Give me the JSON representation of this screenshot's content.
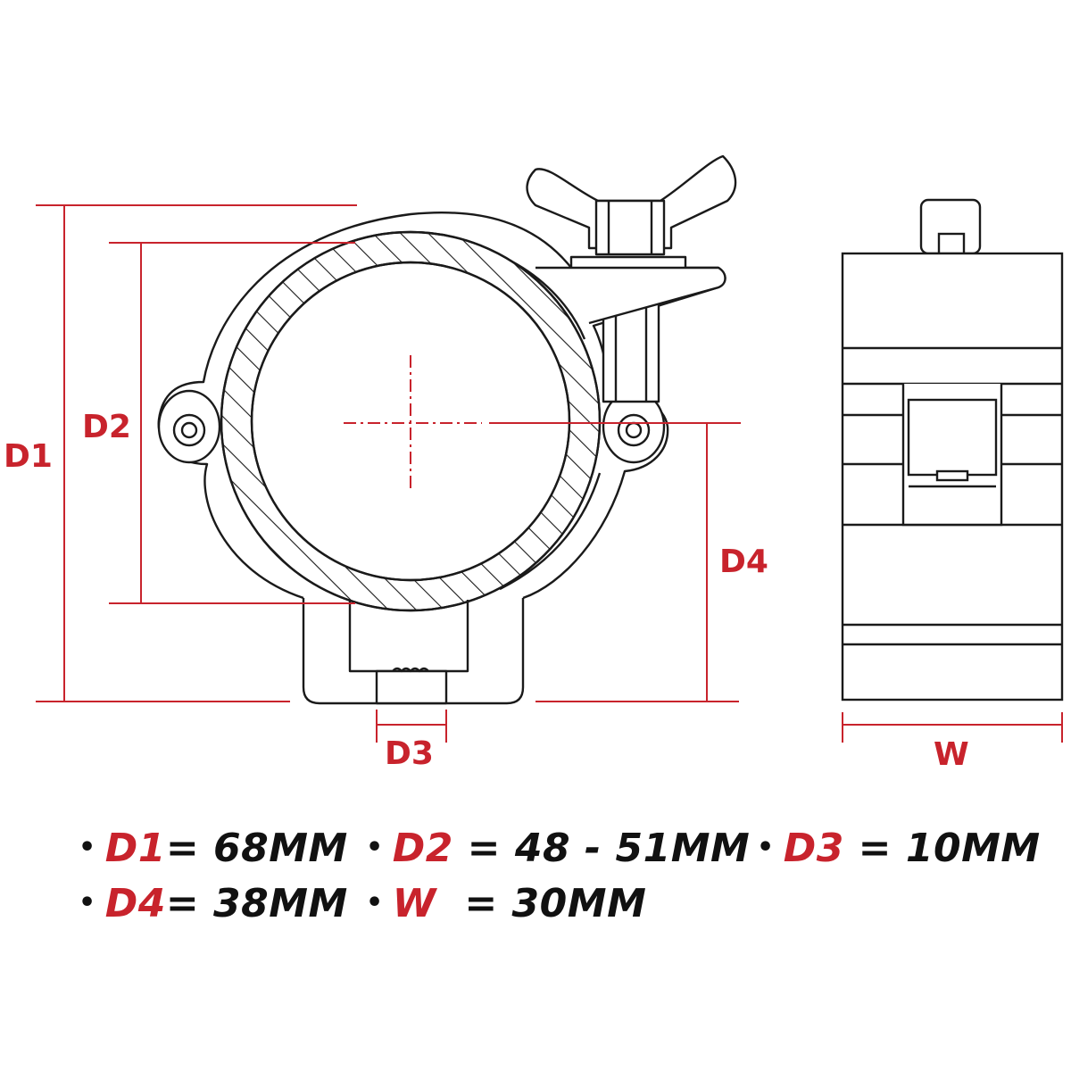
{
  "colors": {
    "dimension": "#c8232c",
    "outline": "#1a1a1a",
    "text": "#111111",
    "background": "#ffffff"
  },
  "dimension_labels": {
    "d1": "D1",
    "d2": "D2",
    "d3": "D3",
    "d4": "D4",
    "w": "W"
  },
  "specs": [
    {
      "key": "D1",
      "value": "= 68MM"
    },
    {
      "key": "D2",
      "value": " = 48 - 51MM"
    },
    {
      "key": "D3",
      "value": " = 10MM"
    },
    {
      "key": "D4",
      "value": "= 38MM"
    },
    {
      "key": "W",
      "value": "  = 30MM"
    }
  ],
  "bullet": "•"
}
